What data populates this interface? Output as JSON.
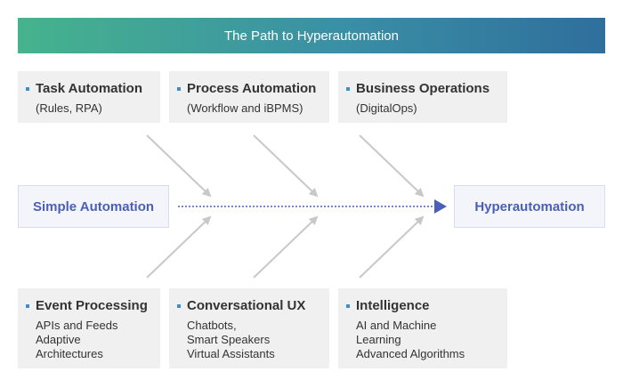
{
  "banner": {
    "title": "The Path to Hyperautomation"
  },
  "top_boxes": [
    {
      "title": "Task Automation",
      "lines": [
        "(Rules, RPA)"
      ]
    },
    {
      "title": "Process Automation",
      "lines": [
        "(Workflow and iBPMS)"
      ]
    },
    {
      "title": "Business Operations",
      "lines": [
        "(DigitalOps)"
      ]
    }
  ],
  "bottom_boxes": [
    {
      "title": "Event Processing",
      "lines": [
        "APIs and Feeds",
        "Adaptive",
        "Architectures"
      ]
    },
    {
      "title": "Conversational UX",
      "lines": [
        "Chatbots,",
        "Smart Speakers",
        "Virtual Assistants"
      ]
    },
    {
      "title": "Intelligence",
      "lines": [
        "AI and Machine",
        "Learning",
        "Advanced Algorithms"
      ]
    }
  ],
  "start": {
    "label": "Simple Automation"
  },
  "end": {
    "label": "Hyperautomation"
  },
  "colors": {
    "accent": "#4a5fb5",
    "bullet": "#3c8fcf",
    "box": "#f0f0f0",
    "arrow": "#c8c8c8"
  }
}
